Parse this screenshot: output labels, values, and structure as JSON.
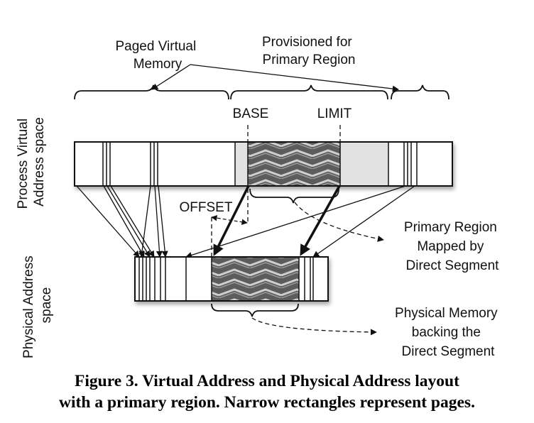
{
  "labels": {
    "paged_virtual_memory": [
      "Paged Virtual",
      "Memory"
    ],
    "provisioned": [
      "Provisioned for",
      "Primary Region"
    ],
    "base": "BASE",
    "limit": "LIMIT",
    "offset": "OFFSET",
    "process_virtual_address_space": [
      "Process Virtual",
      "Address space"
    ],
    "physical_address_space": [
      "Physical Address",
      "space"
    ],
    "primary_region_mapped": [
      "Primary Region",
      "Mapped by",
      "Direct Segment"
    ],
    "physical_memory_backing": [
      "Physical Memory",
      "backing the",
      "Direct Segment"
    ]
  },
  "caption": {
    "line1": "Figure 3.  Virtual Address and Physical Address layout",
    "line2": "with a primary region. Narrow rectangles represent pages."
  }
}
